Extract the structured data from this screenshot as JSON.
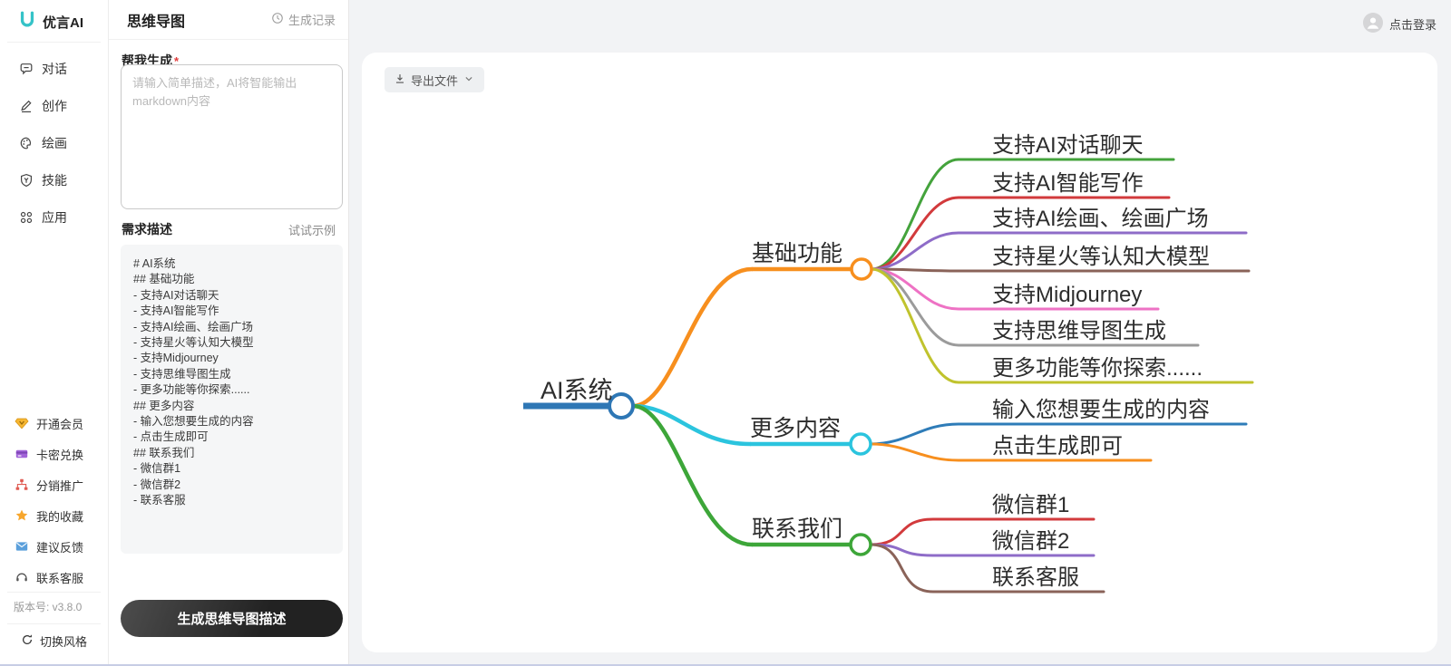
{
  "brand": {
    "logo_text": "优言AI",
    "accent_color": "#35c3c8"
  },
  "topbar": {
    "login_label": "点击登录"
  },
  "sidebar": {
    "nav_items": [
      {
        "name": "sidebar-item-chat",
        "icon": "chat-icon",
        "label": "对话"
      },
      {
        "name": "sidebar-item-create",
        "icon": "pen-icon",
        "label": "创作"
      },
      {
        "name": "sidebar-item-paint",
        "icon": "palette-icon",
        "label": "绘画"
      },
      {
        "name": "sidebar-item-skill",
        "icon": "skill-icon",
        "label": "技能"
      },
      {
        "name": "sidebar-item-apps",
        "icon": "apps-icon",
        "label": "应用"
      }
    ],
    "footer_items": [
      {
        "name": "sidebar-item-vip",
        "icon": "vip-icon",
        "label": "开通会员"
      },
      {
        "name": "sidebar-item-redeem",
        "icon": "card-icon",
        "label": "卡密兑换"
      },
      {
        "name": "sidebar-item-promote",
        "icon": "network-icon",
        "label": "分销推广"
      },
      {
        "name": "sidebar-item-favorite",
        "icon": "star-icon",
        "label": "我的收藏"
      },
      {
        "name": "sidebar-item-feedback",
        "icon": "mail-icon",
        "label": "建议反馈"
      },
      {
        "name": "sidebar-item-support",
        "icon": "headset-icon",
        "label": "联系客服"
      }
    ],
    "version_label": "版本号: v3.8.0",
    "switch_style_label": "切换风格"
  },
  "panel": {
    "title": "思维导图",
    "history_label": "生成记录",
    "generate_label": "帮我生成",
    "required_mark": "*",
    "input_placeholder": "请输入简单描述，AI将智能输出markdown内容",
    "desc_label": "需求描述",
    "example_label": "试试示例",
    "markdown_lines": [
      "# AI系统",
      "## 基础功能",
      "- 支持AI对话聊天",
      "- 支持AI智能写作",
      "- 支持AI绘画、绘画广场",
      "- 支持星火等认知大模型",
      "- 支持Midjourney",
      "- 支持思维导图生成",
      "- 更多功能等你探索......",
      "## 更多内容",
      "- 输入您想要生成的内容",
      "- 点击生成即可",
      "## 联系我们",
      "- 微信群1",
      "- 微信群2",
      "- 联系客服"
    ],
    "generate_button_label": "生成思维导图描述"
  },
  "canvas": {
    "export_label": "导出文件",
    "mindmap": {
      "root": {
        "label": "AI系统",
        "color": "#2e77b5"
      },
      "branches": [
        {
          "label": "基础功能",
          "color": "#f78f1e",
          "children": [
            {
              "label": "支持AI对话聊天",
              "color": "#44a33c"
            },
            {
              "label": "支持AI智能写作",
              "color": "#d23a3c"
            },
            {
              "label": "支持AI绘画、绘画广场",
              "color": "#8e6cc8"
            },
            {
              "label": "支持星火等认知大模型",
              "color": "#8a6359"
            },
            {
              "label": "支持Midjourney",
              "color": "#ee72c4"
            },
            {
              "label": "支持思维导图生成",
              "color": "#9b9b9b"
            },
            {
              "label": "更多功能等你探索......",
              "color": "#c0c32d"
            }
          ]
        },
        {
          "label": "更多内容",
          "color": "#2bc4de",
          "children": [
            {
              "label": "输入您想要生成的内容",
              "color": "#2e7cb8"
            },
            {
              "label": "点击生成即可",
              "color": "#f78f1e"
            }
          ]
        },
        {
          "label": "联系我们",
          "color": "#3da639",
          "children": [
            {
              "label": "微信群1",
              "color": "#d23a3c"
            },
            {
              "label": "微信群2",
              "color": "#8e6cc8"
            },
            {
              "label": "联系客服",
              "color": "#8a6359"
            }
          ]
        }
      ]
    }
  }
}
